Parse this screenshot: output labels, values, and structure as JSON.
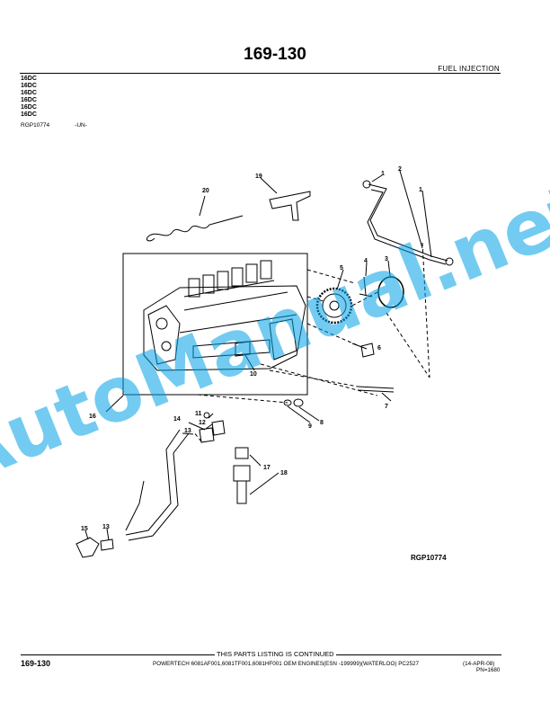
{
  "page": {
    "title": "169-130",
    "section": "FUEL INJECTION",
    "model_codes": [
      "16DC",
      "16DC",
      "16DC",
      "16DC",
      "16DC",
      "16DC"
    ],
    "figure_ref": "RGP10774",
    "figure_ref_suffix": "-UN-",
    "figure_label": "RGP10774",
    "watermark": "AutoManual.net"
  },
  "callouts": [
    "1",
    "1",
    "2",
    "3",
    "4",
    "5",
    "6",
    "7",
    "8",
    "9",
    "10",
    "11",
    "12",
    "13",
    "13",
    "14",
    "15",
    "16",
    "17",
    "18",
    "19",
    "20"
  ],
  "footer": {
    "continued": "THIS PARTS LISTING IS CONTINUED",
    "page_number": "169-130",
    "description": "POWERTECH 6081AF001,6081TF001,6081HF001 OEM ENGINES(ESN -199999)(WATERLOO)  PC2527",
    "date": "(14-APR-08)",
    "pn": "PN=1680"
  }
}
